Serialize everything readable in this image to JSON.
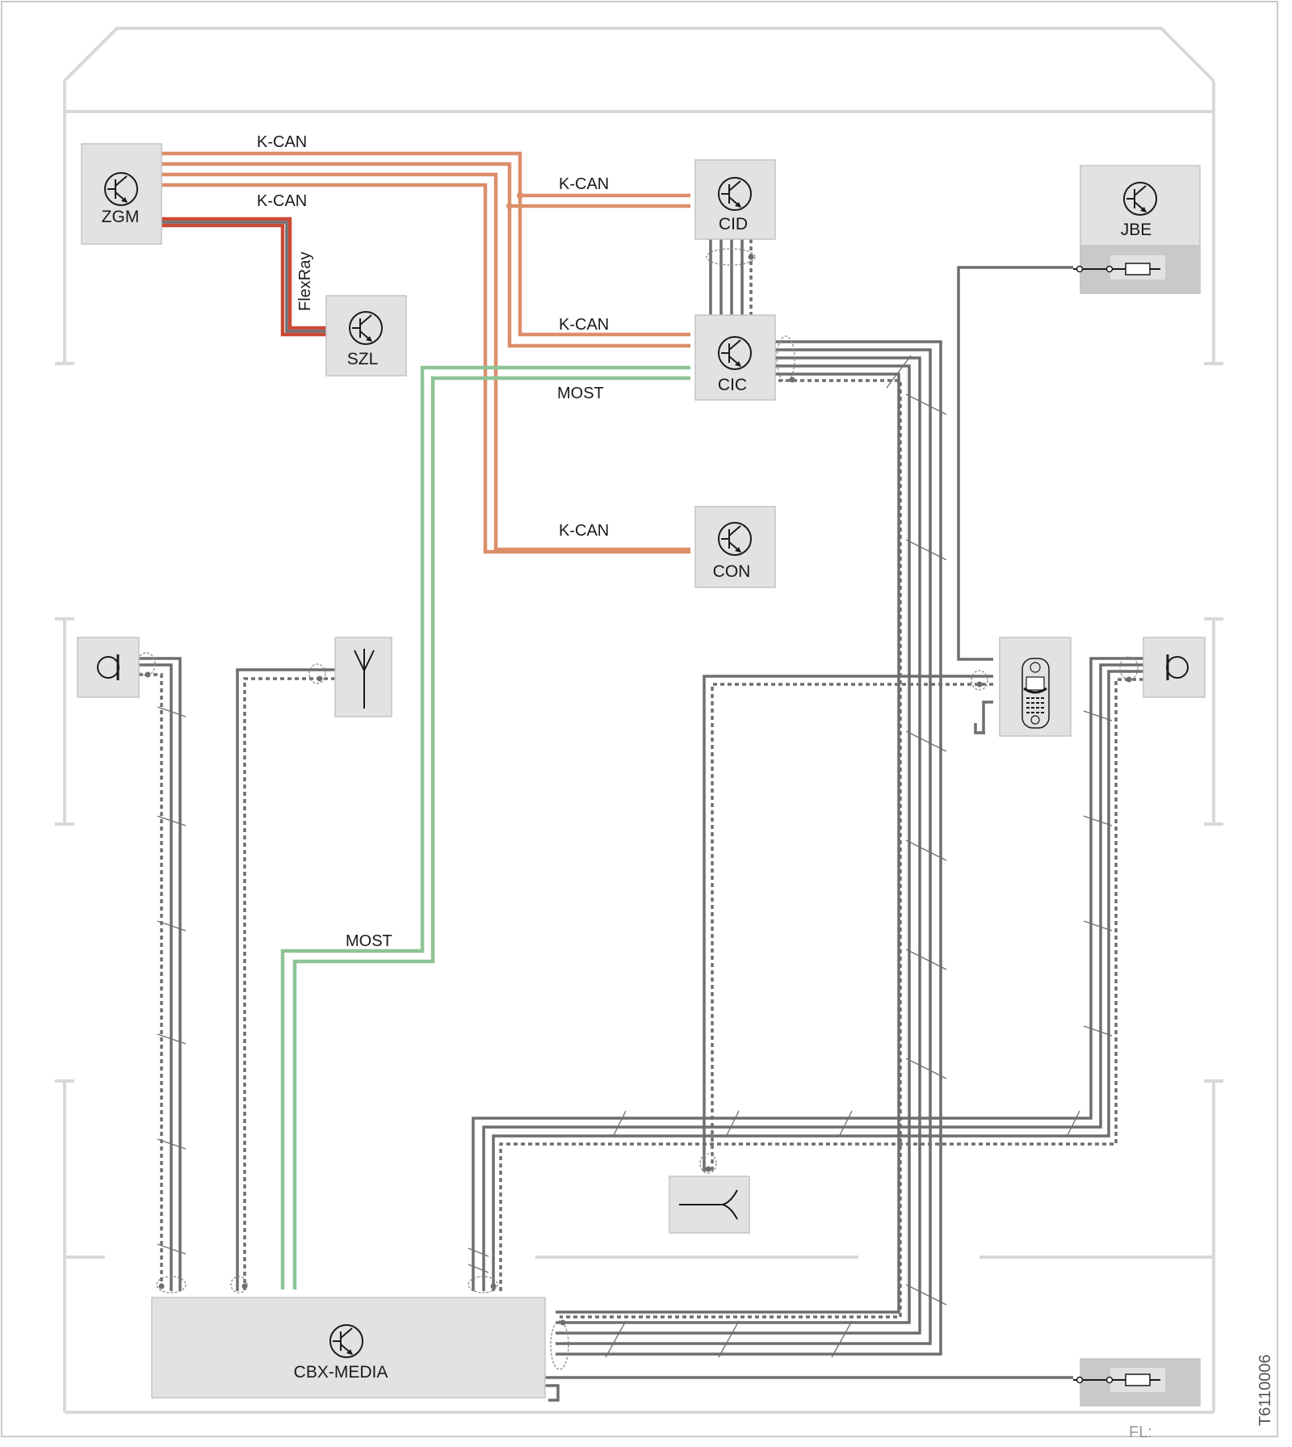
{
  "labels": {
    "kcan_1": "K-CAN",
    "kcan_2": "K-CAN",
    "kcan_cid": "K-CAN",
    "kcan_cic": "K-CAN",
    "kcan_con": "K-CAN",
    "flexray": "FlexRay",
    "most_cic": "MOST",
    "most_lower": "MOST"
  },
  "ecus": {
    "zgm": "ZGM",
    "cid": "CID",
    "jbe": "JBE",
    "szl": "SZL",
    "cic": "CIC",
    "con": "CON",
    "cbx": "CBX-MEDIA"
  },
  "footer": {
    "code": "T6110006",
    "fl": "FL:"
  },
  "colors": {
    "kcan": "#dc8e6b",
    "flexray": "#cb4a36",
    "most": "#8ec495",
    "cable": "#6e6e72",
    "box": "#e2e2e3"
  },
  "icons": [
    "transistor-icon",
    "microphone-icon",
    "antenna-icon",
    "phone-cradle-icon",
    "fuse-icon",
    "splitter-icon",
    "ground-icon"
  ]
}
